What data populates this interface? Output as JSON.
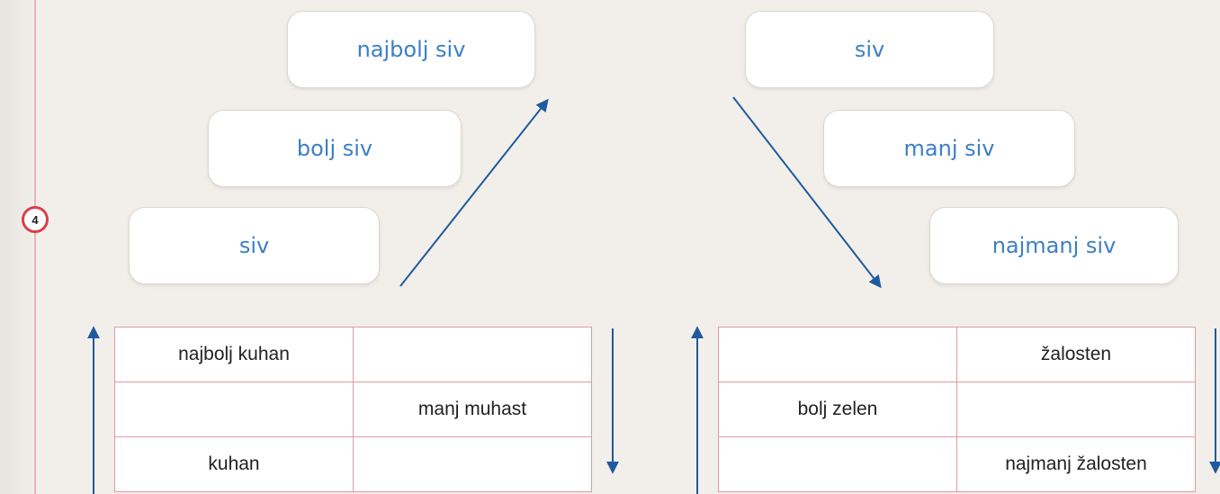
{
  "exercise_number": "4",
  "left_cards": [
    "najbolj siv",
    "bolj siv",
    "siv"
  ],
  "right_cards": [
    "siv",
    "manj siv",
    "najmanj siv"
  ],
  "table_left": [
    [
      "najbolj kuhan",
      ""
    ],
    [
      "",
      "manj muhast"
    ],
    [
      "kuhan",
      ""
    ]
  ],
  "table_right": [
    [
      "",
      "žalosten"
    ],
    [
      "bolj zelen",
      ""
    ],
    [
      "",
      "najmanj žalosten"
    ]
  ],
  "colors": {
    "page": "#f2efea",
    "handwriting": "#3d7fc4",
    "arrow": "#1f5a9e",
    "table_border": "#df9aa4",
    "badge_ring": "#d9404a"
  }
}
